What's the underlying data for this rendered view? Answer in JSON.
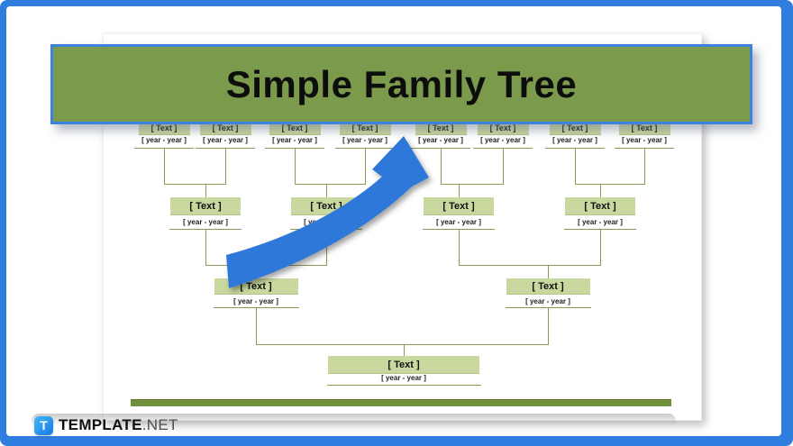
{
  "frame": {
    "border_color": "#2f7ddf"
  },
  "banner": {
    "title": "Simple Family Tree",
    "bg_color": "#7b9a4c",
    "border_color": "#3c83de"
  },
  "tree": {
    "box_label": "[ Text ]",
    "years_label": "[ year - year ]",
    "generation_counts": [
      8,
      4,
      2,
      1
    ],
    "box_fill": "#c9d89e",
    "box_edge": "#b3c483",
    "line_color": "#8a9a55"
  },
  "arrow": {
    "name": "curved-up-arrow",
    "color": "#2e78d9"
  },
  "footer_bar": {
    "color": "#70903c"
  },
  "brand": {
    "icon_letter": "T",
    "name_bold": "TEMPLATE",
    "name_suffix": ".NET",
    "icon_color_top": "#45b9f5",
    "icon_color_bottom": "#1377e8"
  }
}
